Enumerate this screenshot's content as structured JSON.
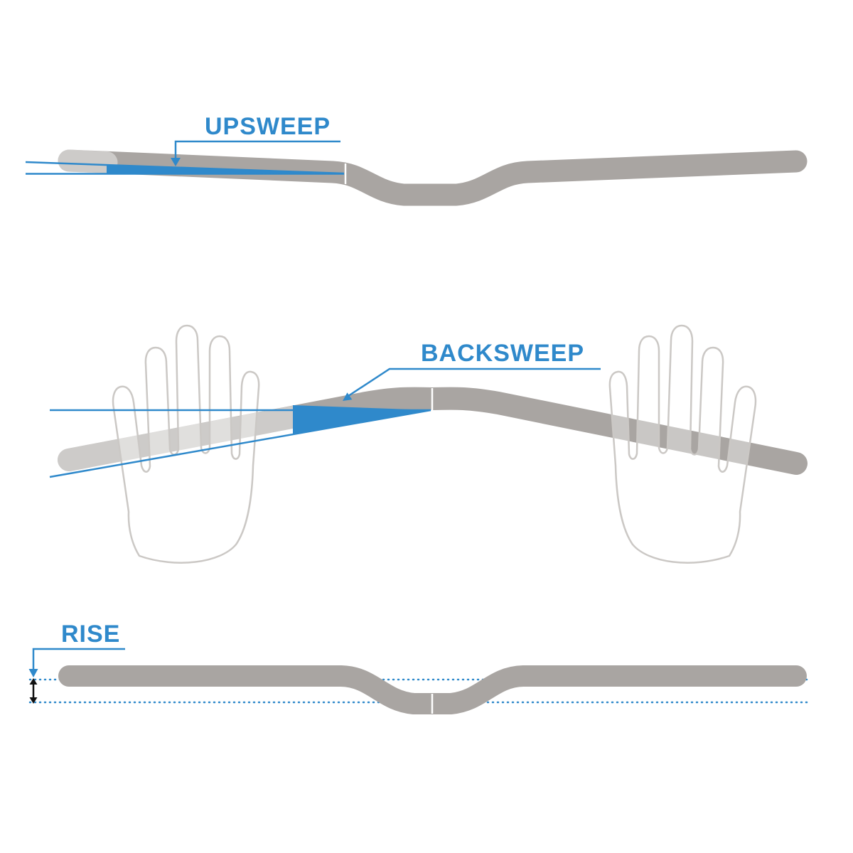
{
  "diagram": {
    "labels": {
      "upsweep": "UPSWEEP",
      "backsweep": "BACKSWEEP",
      "rise": "RISE"
    },
    "icons": {
      "upsweep_arrow": "arrow-down",
      "backsweep_arrow": "arrow-down-left",
      "rise_arrow": "arrow-down",
      "rise_measure": "double-arrow-vertical"
    }
  },
  "colors": {
    "accent": "#2F89CB",
    "bar": "#A9A5A2",
    "hand": "#CBC8C5",
    "seam": "#FFFFFF",
    "ink": "#111111",
    "background": "#FFFFFF"
  }
}
